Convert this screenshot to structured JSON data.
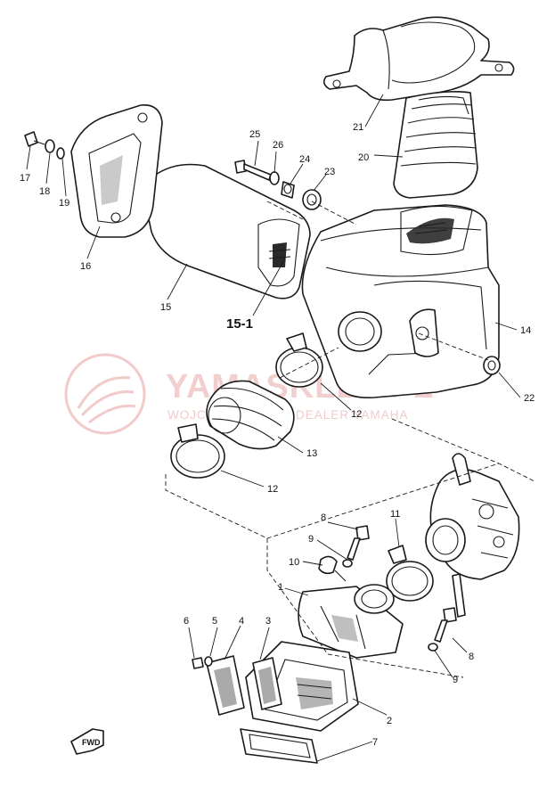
{
  "watermark": {
    "title": "YAMASKLEP.PL",
    "subtitle": "WOJCIECHOWICZ | DEALER YAMAHA"
  },
  "callouts": {
    "c1": "1",
    "c2": "2",
    "c3": "3",
    "c4": "4",
    "c5": "5",
    "c6": "6",
    "c7": "7",
    "c8a": "8",
    "c8b": "8",
    "c9a": "9",
    "c9b": "9",
    "c10": "10",
    "c11": "11",
    "c12a": "12",
    "c12b": "12",
    "c13": "13",
    "c14": "14",
    "c15": "15",
    "c15_1": "15-1",
    "c16": "16",
    "c17": "17",
    "c18": "18",
    "c19": "19",
    "c20": "20",
    "c21": "21",
    "c22": "22",
    "c23": "23",
    "c24": "24",
    "c25": "25",
    "c26": "26"
  },
  "direction_marker": "FWD"
}
